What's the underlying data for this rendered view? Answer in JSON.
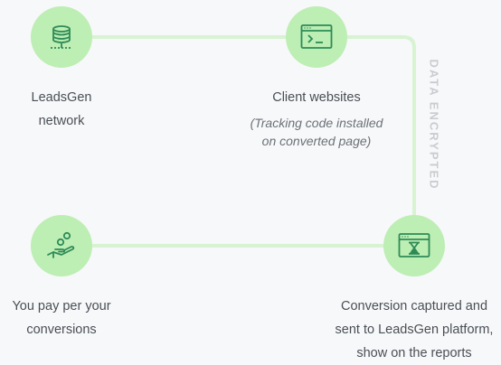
{
  "flow": {
    "node_1": {
      "label_line1": "LeadsGen",
      "label_line2": "network",
      "icon": "database-icon"
    },
    "node_2": {
      "label": "Client websites",
      "note_line1": "(Tracking code installed",
      "note_line2": "on converted page)",
      "icon": "browser-terminal-icon"
    },
    "node_3": {
      "label_line1": "Conversion captured and",
      "label_line2": "sent to LeadsGen platform,",
      "label_line3": "show on the reports",
      "icon": "browser-hourglass-icon"
    },
    "node_4": {
      "label_line1": "You pay per your",
      "label_line2": "conversions",
      "icon": "coins-in-hand-icon"
    },
    "connector_label": "DATA ENCRYPTED"
  },
  "colors": {
    "background": "#f7f8f9",
    "circle_fill": "#bdeeb4",
    "icon_stroke": "#2e8b57",
    "connector": "#d8f3d2",
    "text": "#4a4f55",
    "vertical_text": "#c9ccd0"
  }
}
